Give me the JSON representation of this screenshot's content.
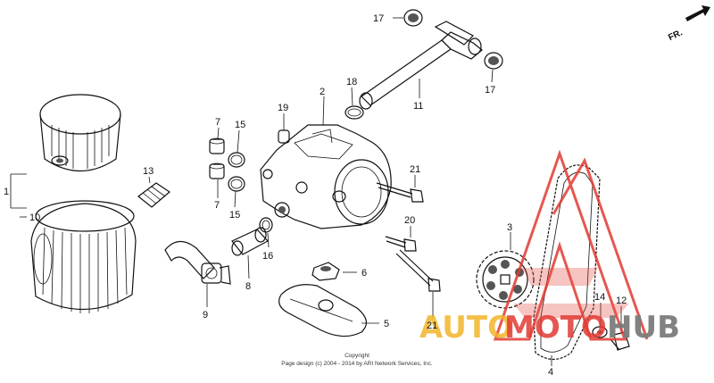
{
  "callouts": {
    "c1": "1",
    "c2": "2",
    "c3": "3",
    "c4": "4",
    "c5": "5",
    "c6": "6",
    "c7a": "7",
    "c7b": "7",
    "c8": "8",
    "c9": "9",
    "c10": "10",
    "c11": "11",
    "c12": "12",
    "c13": "13",
    "c14": "14",
    "c15a": "15",
    "c15b": "15",
    "c16": "16",
    "c17a": "17",
    "c17b": "17",
    "c18": "18",
    "c19": "19",
    "c20": "20",
    "c21a": "21",
    "c21b": "21"
  },
  "direction": "FR.",
  "copyright": {
    "line1": "Copyright",
    "line2": "Page design (c) 2004 - 2014 by ARI Network Services, Inc."
  },
  "watermark": {
    "part1": "AUTO",
    "part2": "MOTO",
    "part3": "HUB",
    "color_red": "#e23a32",
    "color_yellow": "#f2b52a",
    "color_gray": "#7b7b7b"
  }
}
